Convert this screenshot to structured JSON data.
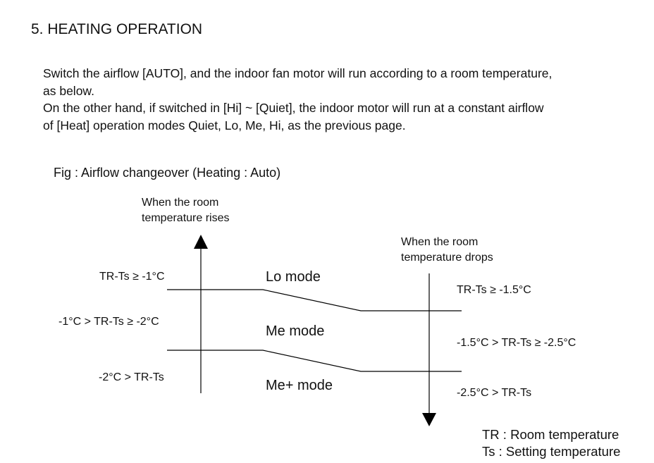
{
  "heading": "5. HEATING OPERATION",
  "intro": [
    "Switch the airflow [AUTO], and the indoor fan motor will run according to a room temperature,",
    "as below.",
    "On the other hand, if switched in [Hi] ~ [Quiet],  the indoor motor will run at a constant airflow",
    "of [Heat] operation modes Quiet, Lo, Me, Hi, as the previous page."
  ],
  "figure": {
    "caption": "Fig : Airflow changeover (Heating : Auto)",
    "rises_label": [
      "When the room",
      "temperature rises"
    ],
    "drops_label": [
      "When the room",
      "temperature drops"
    ],
    "left_conditions": [
      "TR-Ts ≥ -1°C",
      "-1°C > TR-Ts ≥ -2°C",
      "-2°C > TR-Ts"
    ],
    "right_conditions": [
      "TR-Ts ≥ -1.5°C",
      "-1.5°C > TR-Ts ≥ -2.5°C",
      "-2.5°C > TR-Ts"
    ],
    "modes": [
      "Lo mode",
      "Me mode",
      "Me+ mode"
    ],
    "legend": [
      "TR : Room temperature",
      "Ts : Setting temperature"
    ]
  }
}
